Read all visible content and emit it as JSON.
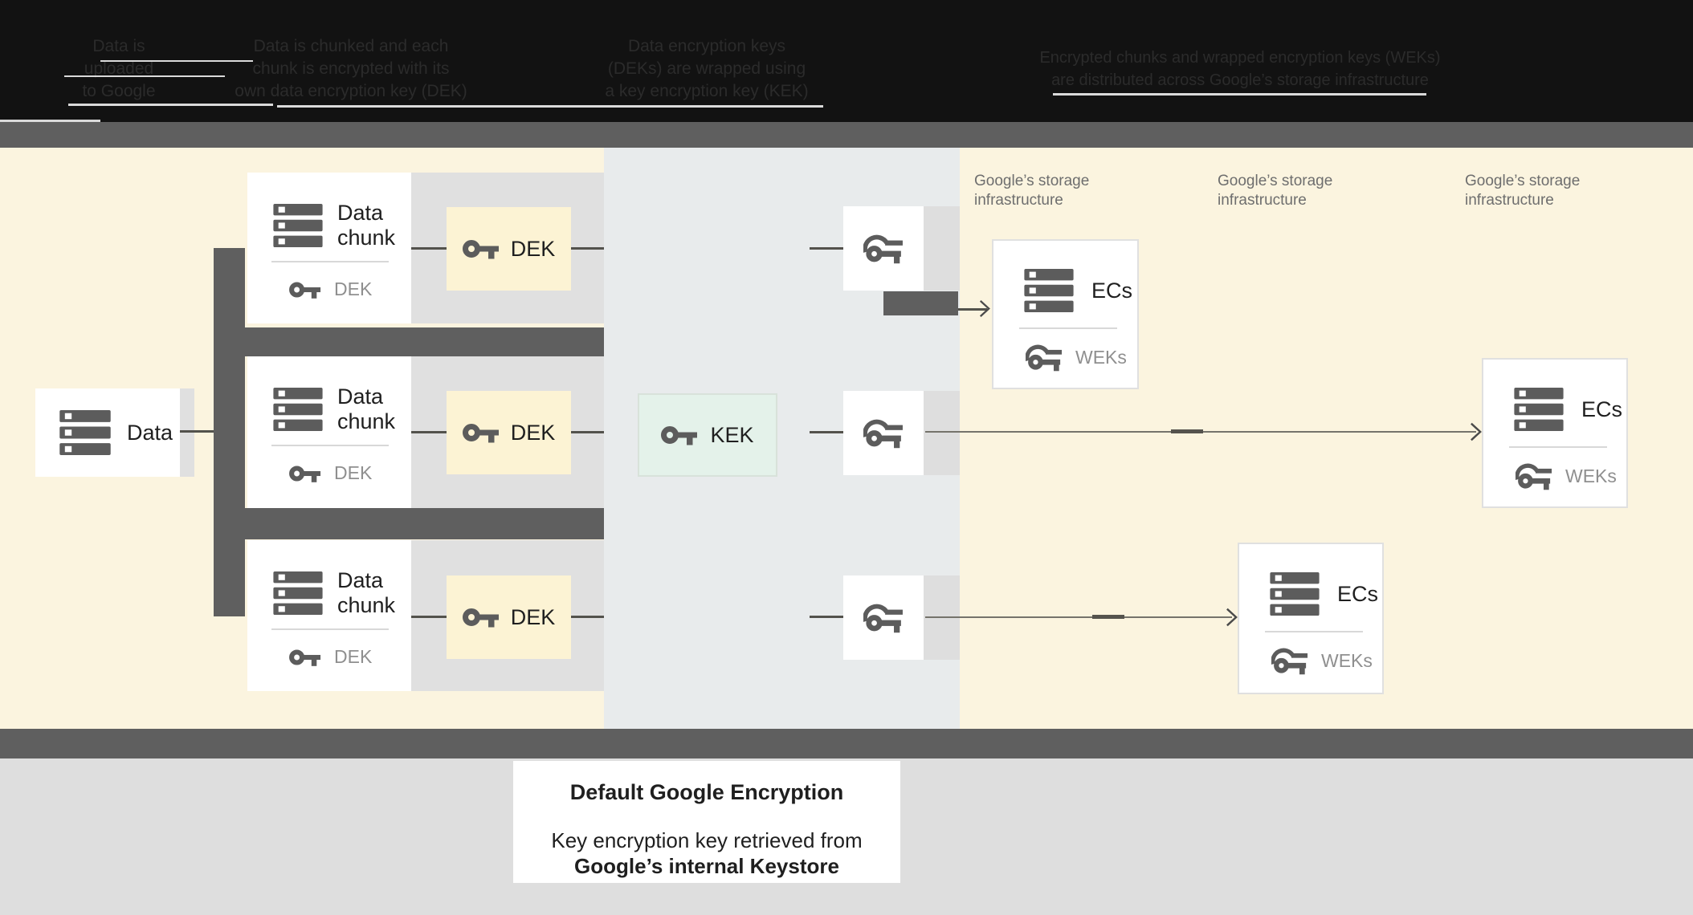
{
  "banner": {
    "columns": [
      {
        "lines": [
          "Data is",
          "uploaded",
          "to Google"
        ]
      },
      {
        "lines": [
          "Data is chunked and each",
          "chunk is encrypted with its",
          "own data encryption key (DEK)"
        ]
      },
      {
        "lines": [
          "Data encryption keys",
          "(DEKs) are wrapped using",
          "a key encryption key (KEK)"
        ]
      },
      {
        "lines": [
          "Encrypted chunks and wrapped encryption keys (WEKs)",
          "are distributed across Google’s storage infrastructure"
        ]
      }
    ]
  },
  "diagram": {
    "data_box": {
      "label": "Data"
    },
    "chunk_boxes": [
      {
        "title": "Data chunk",
        "key_label": "DEK"
      },
      {
        "title": "Data chunk",
        "key_label": "DEK"
      },
      {
        "title": "Data chunk",
        "key_label": "DEK"
      }
    ],
    "dek_boxes": [
      {
        "label": "DEK"
      },
      {
        "label": "DEK"
      },
      {
        "label": "DEK"
      }
    ],
    "kek_box": {
      "label": "KEK"
    },
    "storage_labels": [
      {
        "line1": "Google’s storage",
        "line2": "infrastructure"
      },
      {
        "line1": "Google’s storage",
        "line2": "infrastructure"
      },
      {
        "line1": "Google’s storage",
        "line2": "infrastructure"
      }
    ],
    "ecs_boxes": [
      {
        "title": "ECs",
        "key_label": "WEKs"
      },
      {
        "title": "ECs",
        "key_label": "WEKs"
      },
      {
        "title": "ECs",
        "key_label": "WEKs"
      }
    ]
  },
  "caption": {
    "title": "Default Google Encryption",
    "body_line1": "Key encryption key retrieved from",
    "body_line2": "Google’s internal Keystore"
  },
  "colors": {
    "banner_bg": "#121212",
    "band_gray": "#5f5f5f",
    "left_bg": "#fbf4df",
    "middle_bg": "#e8ebec",
    "row_gray": "#e0e0e0",
    "dek_yellow": "#fcf3d4",
    "kek_green": "#e4f2ea",
    "bottom_bg": "#dedede",
    "icon_gray": "#5c5c5c",
    "line": "#53524c"
  }
}
